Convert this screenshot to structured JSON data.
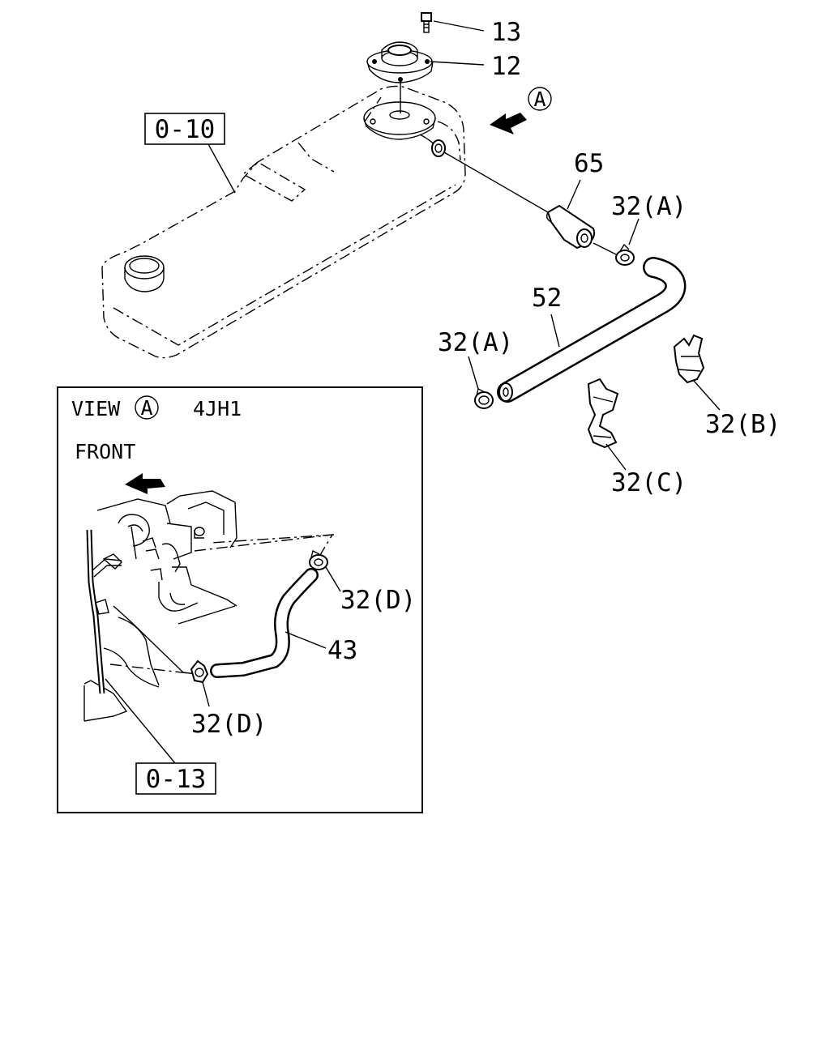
{
  "refs": {
    "ref_0_10": "0-10",
    "ref_0_13": "0-13"
  },
  "view_a": {
    "marker": "A",
    "view_prefix": "VIEW",
    "engine": "4JH1",
    "front": "FRONT"
  },
  "callouts": {
    "c13": "13",
    "c12": "12",
    "c65": "65",
    "c32a_upper": "32(A)",
    "c52": "52",
    "c32a_lower": "32(A)",
    "c32b": "32(B)",
    "c32c": "32(C)",
    "c32d_upper": "32(D)",
    "c43": "43",
    "c32d_lower": "32(D)"
  }
}
